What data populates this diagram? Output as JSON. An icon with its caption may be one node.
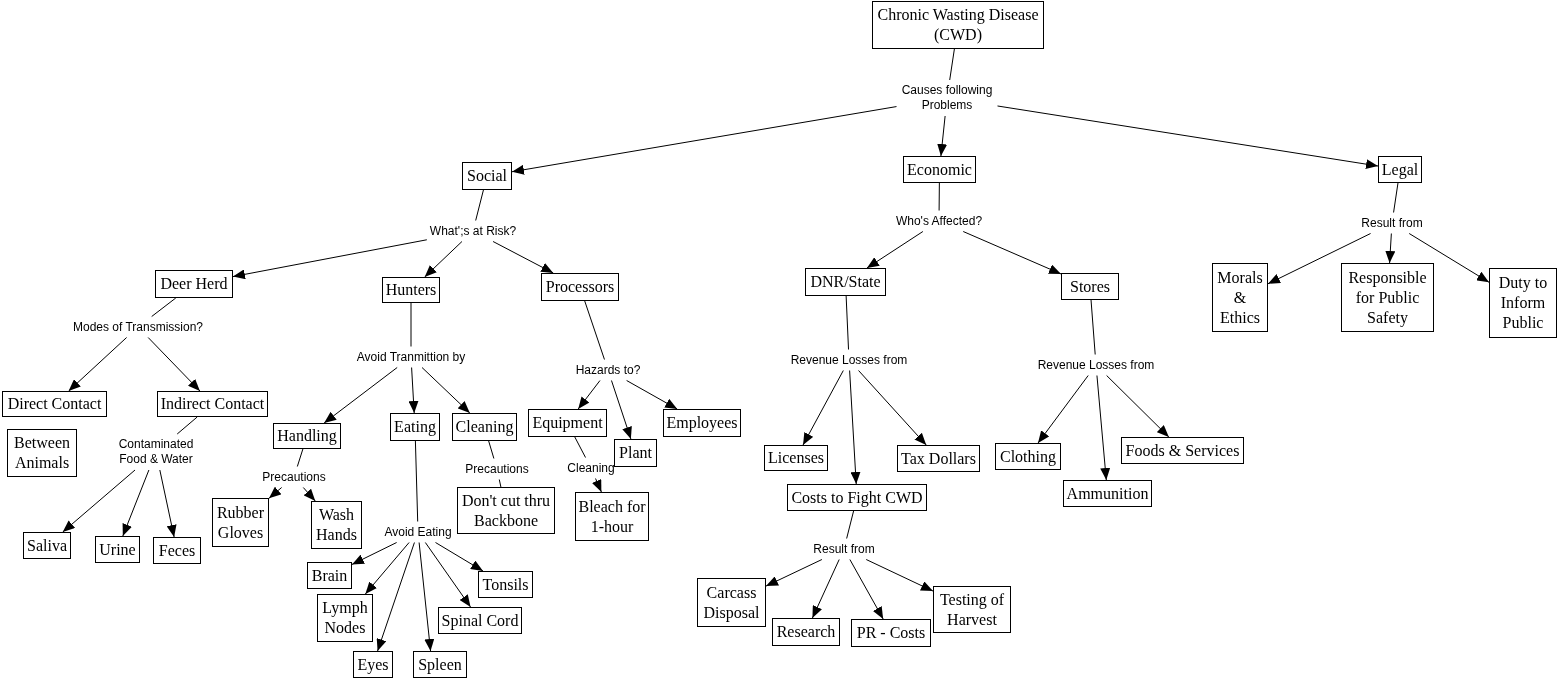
{
  "diagram": {
    "nodes": [
      {
        "text": [
          "Chronic Wasting Disease (CWD)"
        ]
      },
      {
        "text": [
          "Causes following Problems"
        ]
      },
      {
        "text": [
          "Social"
        ]
      },
      {
        "text": [
          "Economic"
        ]
      },
      {
        "text": [
          "Legal"
        ]
      },
      {
        "text": [
          "What';s at Risk?"
        ]
      },
      {
        "text": [
          "Deer Herd"
        ]
      },
      {
        "text": [
          "Hunters"
        ]
      },
      {
        "text": [
          "Processors"
        ]
      },
      {
        "text": [
          "Modes of Transmission?"
        ]
      },
      {
        "text": [
          "Direct Contact"
        ]
      },
      {
        "text": [
          "Indirect Contact"
        ]
      },
      {
        "text": [
          "Between Animals"
        ]
      },
      {
        "text": [
          "Contaminated Food & Water"
        ]
      },
      {
        "text": [
          "Saliva"
        ]
      },
      {
        "text": [
          "Urine"
        ]
      },
      {
        "text": [
          "Feces"
        ]
      },
      {
        "text": [
          "Avoid Tranmittion by"
        ]
      },
      {
        "text": [
          "Handling"
        ]
      },
      {
        "text": [
          "Eating"
        ]
      },
      {
        "text": [
          "Cleaning"
        ]
      },
      {
        "text": [
          "Precautions"
        ]
      },
      {
        "text": [
          "Rubber Gloves"
        ]
      },
      {
        "text": [
          "Wash Hands"
        ]
      },
      {
        "text": [
          "Avoid Eating"
        ]
      },
      {
        "text": [
          "Brain"
        ]
      },
      {
        "text": [
          "Lymph Nodes"
        ]
      },
      {
        "text": [
          "Eyes"
        ]
      },
      {
        "text": [
          "Spleen"
        ]
      },
      {
        "text": [
          "Tonsils"
        ]
      },
      {
        "text": [
          "Spinal Cord"
        ]
      },
      {
        "text": [
          "Precautions"
        ]
      },
      {
        "text": [
          "Don't cut thru Backbone"
        ]
      },
      {
        "text": [
          "Hazards to?"
        ]
      },
      {
        "text": [
          "Equipment"
        ]
      },
      {
        "text": [
          "Plant"
        ]
      },
      {
        "text": [
          "Employees"
        ]
      },
      {
        "text": [
          "Cleaning"
        ]
      },
      {
        "text": [
          "Bleach for 1-hour"
        ]
      },
      {
        "text": [
          "Who's Affected?"
        ]
      },
      {
        "text": [
          "DNR/State"
        ]
      },
      {
        "text": [
          "Stores"
        ]
      },
      {
        "text": [
          "Revenue Losses from"
        ]
      },
      {
        "text": [
          "Licenses"
        ]
      },
      {
        "text": [
          "Tax Dollars"
        ]
      },
      {
        "text": [
          "Costs to Fight CWD"
        ]
      },
      {
        "text": [
          "Result from"
        ]
      },
      {
        "text": [
          "Carcass Disposal"
        ]
      },
      {
        "text": [
          "Research"
        ]
      },
      {
        "text": [
          "PR - Costs"
        ]
      },
      {
        "text": [
          "Testing of Harvest"
        ]
      },
      {
        "text": [
          "Revenue Losses from"
        ]
      },
      {
        "text": [
          "Clothing"
        ]
      },
      {
        "text": [
          "Ammunition"
        ]
      },
      {
        "text": [
          "Foods & Services"
        ]
      },
      {
        "text": [
          "Result from"
        ]
      },
      {
        "text": [
          "Morals & Ethics"
        ]
      },
      {
        "text": [
          "Responsible for Public Safety"
        ]
      },
      {
        "text": [
          "Duty to Inform Public"
        ]
      }
    ],
    "edges": [
      {
        "from": 0,
        "to": 1,
        "arrow": "none"
      },
      {
        "from": 1,
        "to": 2,
        "arrow": "to"
      },
      {
        "from": 1,
        "to": 3,
        "arrow": "to"
      },
      {
        "from": 1,
        "to": 4,
        "arrow": "to"
      },
      {
        "from": 2,
        "to": 5,
        "arrow": "none"
      },
      {
        "from": 5,
        "to": 6,
        "arrow": "to"
      },
      {
        "from": 5,
        "to": 7,
        "arrow": "to"
      },
      {
        "from": 5,
        "to": 8,
        "arrow": "to"
      },
      {
        "from": 6,
        "to": 9,
        "arrow": "none"
      },
      {
        "from": 9,
        "to": 10,
        "arrow": "to"
      },
      {
        "from": 9,
        "to": 11,
        "arrow": "to"
      },
      {
        "from": 11,
        "to": 13,
        "arrow": "none"
      },
      {
        "from": 13,
        "to": 14,
        "arrow": "to"
      },
      {
        "from": 13,
        "to": 15,
        "arrow": "to"
      },
      {
        "from": 13,
        "to": 16,
        "arrow": "to"
      },
      {
        "from": 7,
        "to": 17,
        "arrow": "none"
      },
      {
        "from": 17,
        "to": 18,
        "arrow": "to"
      },
      {
        "from": 17,
        "to": 19,
        "arrow": "to"
      },
      {
        "from": 17,
        "to": 20,
        "arrow": "to"
      },
      {
        "from": 18,
        "to": 21,
        "arrow": "none"
      },
      {
        "from": 21,
        "to": 22,
        "arrow": "to"
      },
      {
        "from": 21,
        "to": 23,
        "arrow": "to"
      },
      {
        "from": 19,
        "to": 24,
        "arrow": "none"
      },
      {
        "from": 24,
        "to": 25,
        "arrow": "to"
      },
      {
        "from": 24,
        "to": 26,
        "arrow": "to"
      },
      {
        "from": 24,
        "to": 27,
        "arrow": "to"
      },
      {
        "from": 24,
        "to": 28,
        "arrow": "to"
      },
      {
        "from": 24,
        "to": 30,
        "arrow": "to"
      },
      {
        "from": 24,
        "to": 29,
        "arrow": "to"
      },
      {
        "from": 20,
        "to": 31,
        "arrow": "none"
      },
      {
        "from": 31,
        "to": 32,
        "arrow": "none"
      },
      {
        "from": 8,
        "to": 33,
        "arrow": "none"
      },
      {
        "from": 33,
        "to": 34,
        "arrow": "to"
      },
      {
        "from": 33,
        "to": 35,
        "arrow": "to"
      },
      {
        "from": 33,
        "to": 36,
        "arrow": "to"
      },
      {
        "from": 34,
        "to": 37,
        "arrow": "none"
      },
      {
        "from": 37,
        "to": 38,
        "arrow": "to"
      },
      {
        "from": 3,
        "to": 39,
        "arrow": "none"
      },
      {
        "from": 39,
        "to": 40,
        "arrow": "to"
      },
      {
        "from": 39,
        "to": 41,
        "arrow": "to"
      },
      {
        "from": 40,
        "to": 42,
        "arrow": "none"
      },
      {
        "from": 42,
        "to": 43,
        "arrow": "to"
      },
      {
        "from": 42,
        "to": 45,
        "arrow": "to"
      },
      {
        "from": 42,
        "to": 44,
        "arrow": "to"
      },
      {
        "from": 45,
        "to": 46,
        "arrow": "none"
      },
      {
        "from": 46,
        "to": 47,
        "arrow": "to"
      },
      {
        "from": 46,
        "to": 48,
        "arrow": "to"
      },
      {
        "from": 46,
        "to": 49,
        "arrow": "to"
      },
      {
        "from": 46,
        "to": 50,
        "arrow": "to"
      },
      {
        "from": 41,
        "to": 51,
        "arrow": "none"
      },
      {
        "from": 51,
        "to": 52,
        "arrow": "to"
      },
      {
        "from": 51,
        "to": 53,
        "arrow": "to"
      },
      {
        "from": 51,
        "to": 54,
        "arrow": "to"
      },
      {
        "from": 4,
        "to": 55,
        "arrow": "none"
      },
      {
        "from": 55,
        "to": 56,
        "arrow": "to"
      },
      {
        "from": 55,
        "to": 57,
        "arrow": "to"
      },
      {
        "from": 55,
        "to": 58,
        "arrow": "to"
      }
    ]
  }
}
